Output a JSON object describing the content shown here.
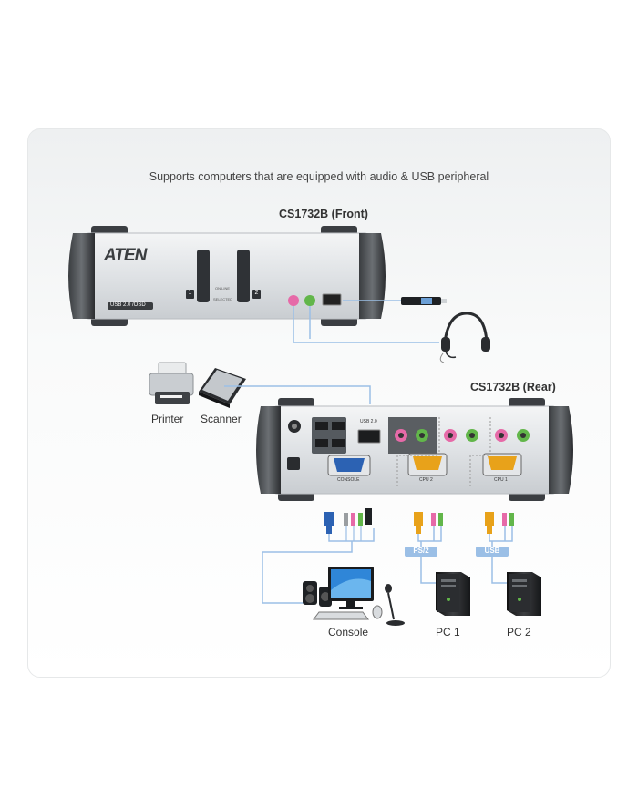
{
  "caption": "Supports computers that are equipped with audio & USB peripheral",
  "front": {
    "title": "CS1732B (Front)",
    "brand": "ATEN",
    "badge": "USB 2.0 /OSD",
    "port_labels": [
      "1",
      "2"
    ],
    "led_labels": [
      "ON LINE",
      "SELECTED"
    ]
  },
  "rear": {
    "title": "CS1732B (Rear)",
    "port_labels": [
      "USB 2.0",
      "CONSOLE",
      "CPU 2",
      "CPU 1"
    ]
  },
  "devices": {
    "printer": "Printer",
    "scanner": "Scanner",
    "console": "Console",
    "pc1": "PC 1",
    "pc2": "PC 2"
  },
  "cable_tags": [
    "PS/2",
    "USB"
  ],
  "colors": {
    "accent_blue": "#9bbfe6",
    "vga_blue": "#2c62b3",
    "vga_orange": "#e8a21a",
    "audio_pink": "#e66aa8",
    "audio_green": "#62b64a"
  }
}
